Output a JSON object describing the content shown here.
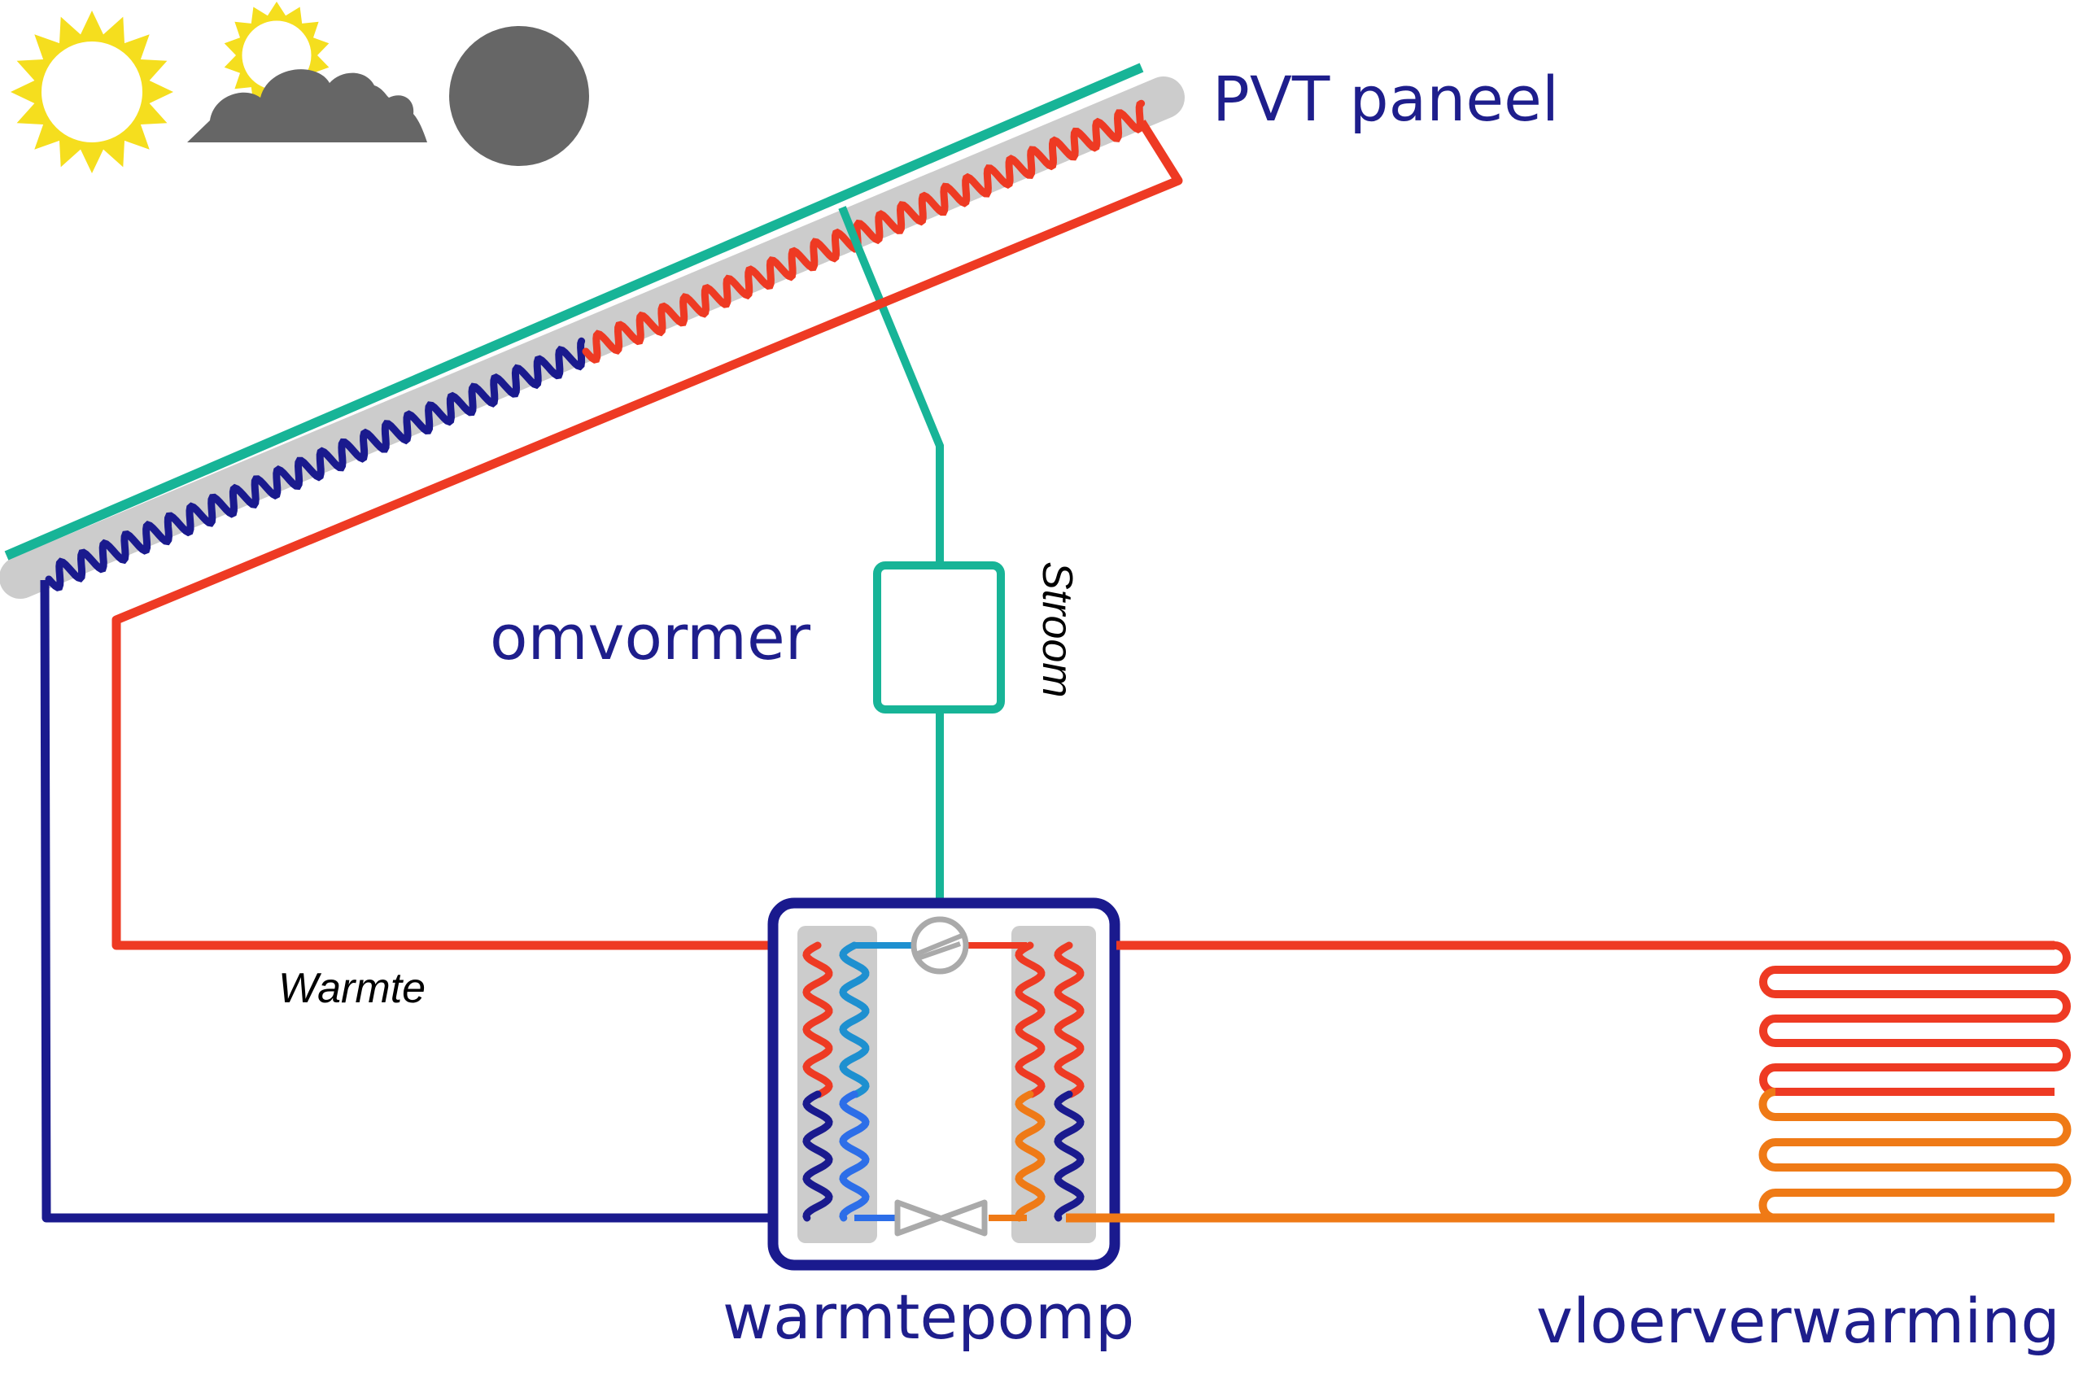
{
  "labels": {
    "pvt_panel": "PVT paneel",
    "inverter": "omvormer",
    "heat_pump": "warmtepomp",
    "floor_heating": "vloerverwarming",
    "electricity": "Stroom",
    "heat": "Warmte"
  },
  "weather_icons": [
    "sun-icon",
    "partly-cloudy-icon",
    "dark-sky-icon"
  ],
  "colors": {
    "label_blue": "#1e1e8c",
    "electric_line": "#17b497",
    "hot": "#ee3a23",
    "warm": "#ef7a16",
    "cold": "#1a1a8e",
    "cool_blue": "#2d6ee8",
    "light_blue": "#1e90d0",
    "panel_gray": "#cccccc",
    "sun_yellow": "#f5de1e",
    "dark_gray": "#666666",
    "valve_gray": "#aaaaaa"
  }
}
